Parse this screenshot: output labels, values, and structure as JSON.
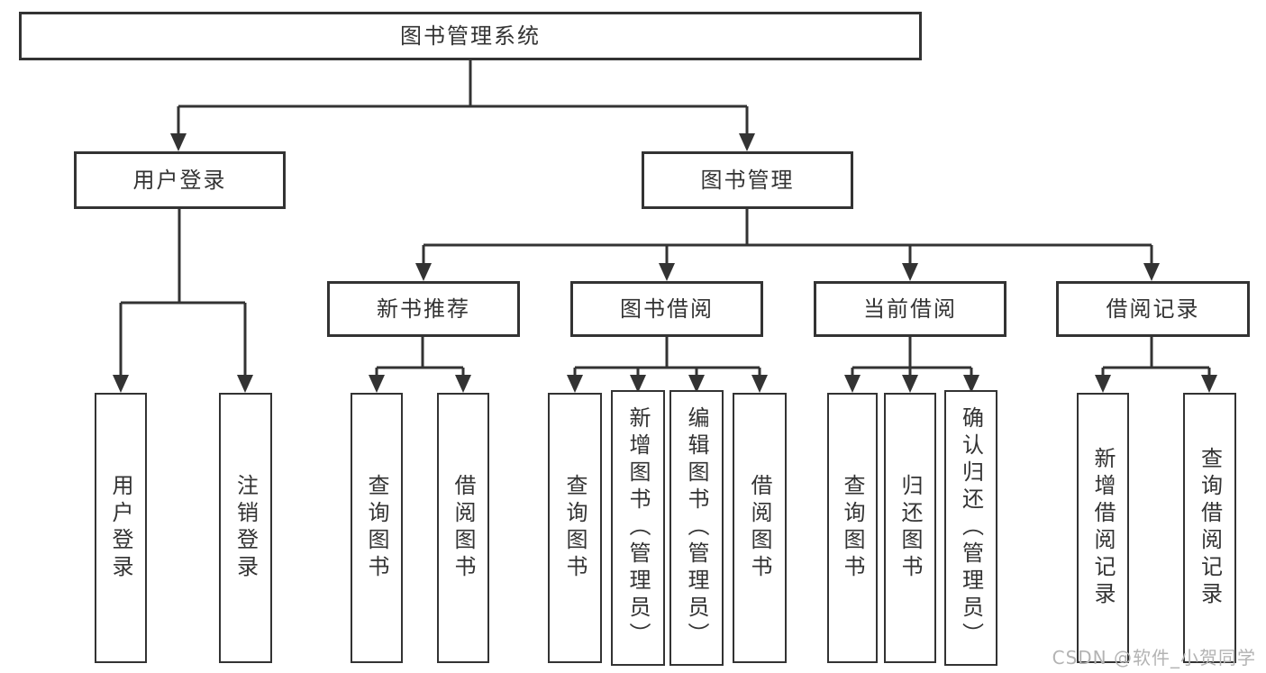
{
  "diagram": {
    "root": {
      "label": "图书管理系统"
    },
    "branches": [
      {
        "label": "用户登录",
        "children": [
          {
            "label": "用户登录"
          },
          {
            "label": "注销登录"
          }
        ]
      },
      {
        "label": "图书管理",
        "children": [
          {
            "label": "新书推荐",
            "children": [
              {
                "label": "查询图书"
              },
              {
                "label": "借阅图书"
              }
            ]
          },
          {
            "label": "图书借阅",
            "children": [
              {
                "label": "查询图书"
              },
              {
                "label": "新增图书（管理员）"
              },
              {
                "label": "编辑图书（管理员）"
              },
              {
                "label": "借阅图书"
              }
            ]
          },
          {
            "label": "当前借阅",
            "children": [
              {
                "label": "查询图书"
              },
              {
                "label": "归还图书"
              },
              {
                "label": "确认归还（管理员）"
              }
            ]
          },
          {
            "label": "借阅记录",
            "children": [
              {
                "label": "新增借阅记录"
              },
              {
                "label": "查询借阅记录"
              }
            ]
          }
        ]
      }
    ]
  },
  "watermark": {
    "text": "CSDN @软件_小贺同学"
  },
  "colors": {
    "line": "#333333",
    "box_border": "#333333",
    "text": "#333333",
    "watermark": "#b3b3b3",
    "background": "#ffffff"
  }
}
